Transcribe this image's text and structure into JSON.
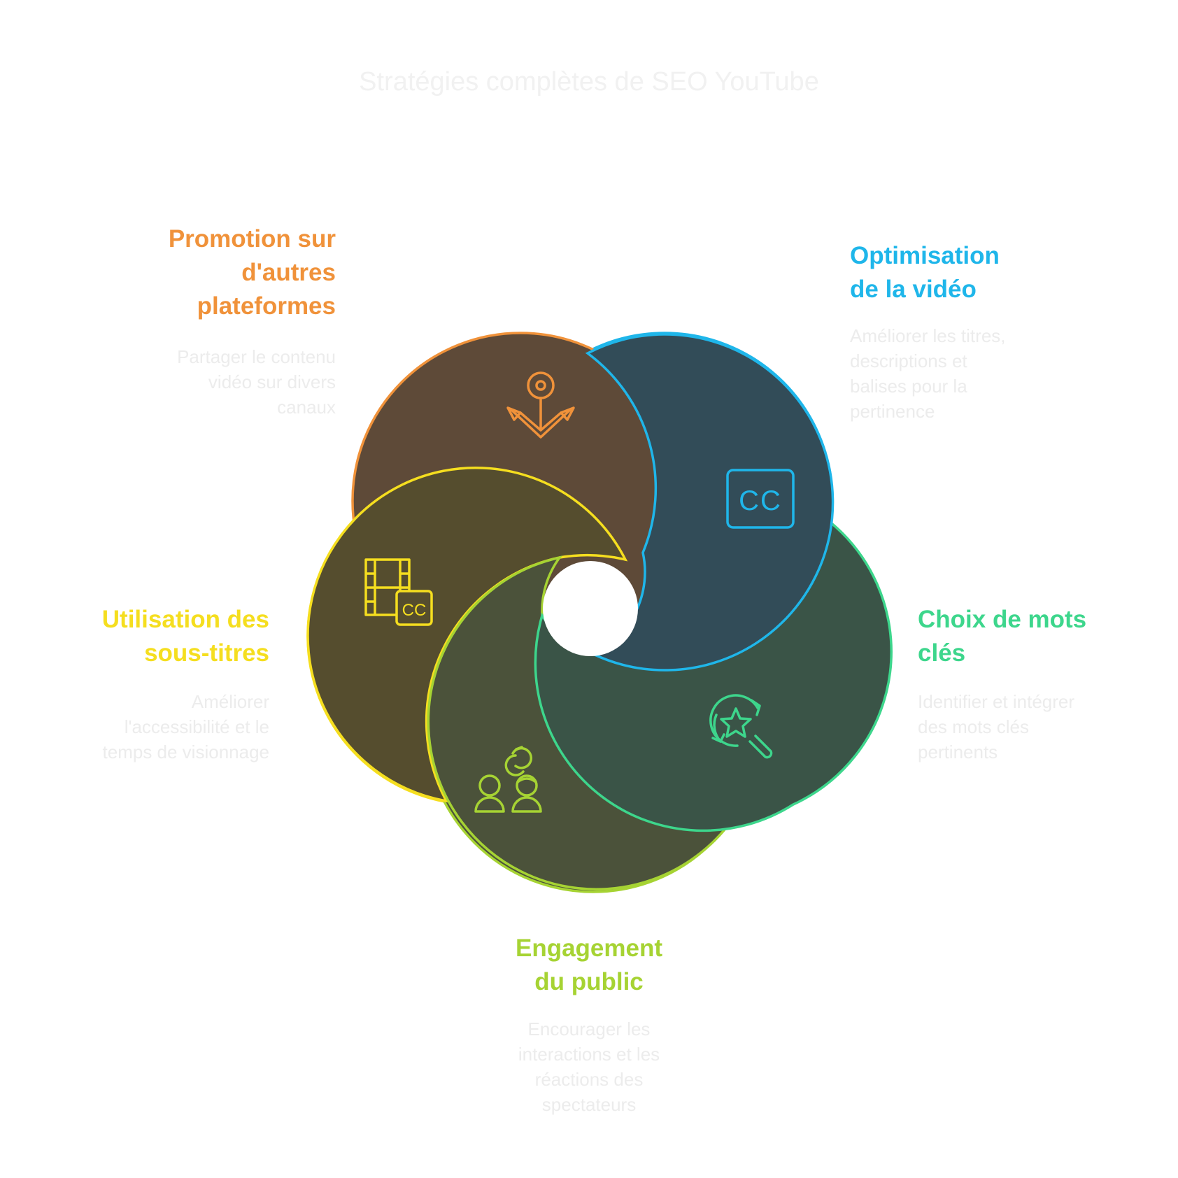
{
  "title": "Stratégies complètes de SEO YouTube",
  "colors": {
    "orange": "#F0923A",
    "blue": "#1FB6EA",
    "teal": "#3DD68C",
    "lime": "#A6D333",
    "yellow": "#F5DE1F",
    "fill_orange": "#5E4A38",
    "fill_blue": "#324C58",
    "fill_teal": "#3A5447",
    "fill_lime": "#4B523A",
    "fill_yellow": "#554D2E"
  },
  "segments": [
    {
      "key": "promotion",
      "label": "Promotion sur\nd'autres\nplateformes",
      "description": "Partager le contenu\nvidéo sur divers\ncanaux",
      "icon": "anchor-icon"
    },
    {
      "key": "optimisation",
      "label": "Optimisation\nde la vidéo",
      "description": "Améliorer les titres,\ndescriptions et\nbalises pour la\npertinence",
      "icon": "closed-caption-icon"
    },
    {
      "key": "mots_cles",
      "label": "Choix de mots\nclés",
      "description": "Identifier et intégrer\ndes mots clés\npertinents",
      "icon": "keyword-search-star-icon"
    },
    {
      "key": "engagement",
      "label": "Engagement\ndu public",
      "description": "Encourager les\ninteractions et les\nréactions des\nspectateurs",
      "icon": "audience-interaction-icon"
    },
    {
      "key": "sous_titres",
      "label": "Utilisation des\nsous-titres",
      "description": "Améliorer\nl'accessibilité et le\ntemps de visionnage",
      "icon": "film-subtitles-icon"
    }
  ],
  "icon_text": {
    "cc": "CC"
  }
}
